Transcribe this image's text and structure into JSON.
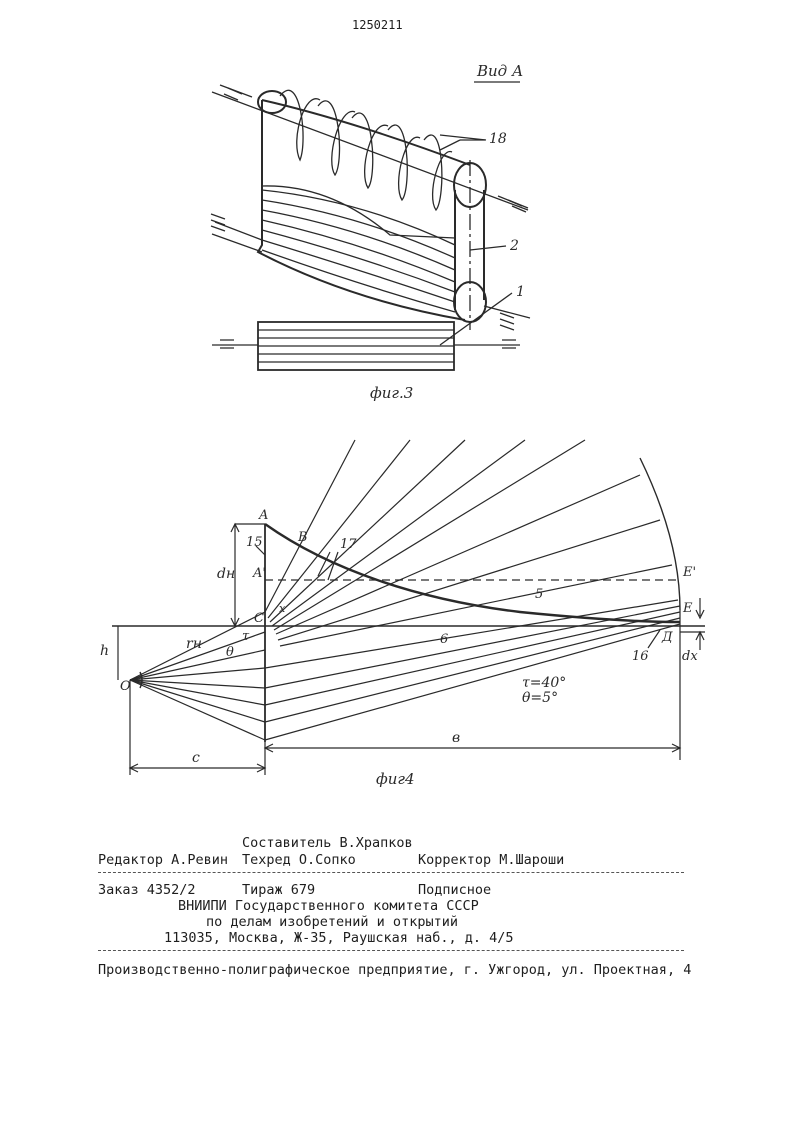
{
  "patent_number": "1250211",
  "fig3": {
    "view_label": "Вид А",
    "caption": "фиг.3",
    "callouts": [
      "18",
      "2",
      "1"
    ]
  },
  "fig4": {
    "caption": "фиг4",
    "point_labels": [
      "A",
      "B",
      "15",
      "17",
      "A'",
      "C",
      "x",
      "E'",
      "5",
      "E",
      "Д",
      "6",
      "16",
      "O"
    ],
    "dim_labels": {
      "d_n": "dн",
      "h": "h",
      "r_n": "rн",
      "tau": "τ",
      "theta": "θ",
      "dx": "dx",
      "c": "c",
      "b": "в"
    },
    "params": [
      "τ=40°",
      "θ=5°"
    ]
  },
  "colophon": {
    "compiler": "Составитель В.Храпков",
    "editor": "Редактор А.Ревин",
    "techred": "Техред О.Сопко",
    "corrector": "Корректор М.Шароши",
    "order": "Заказ 4352/2",
    "circulation": "Тираж 679",
    "subscription": "Подписное",
    "org1": "ВНИИПИ Государственного комитета СССР",
    "org2": "по делам изобретений и открытий",
    "address": "113035, Москва, Ж-35, Раушская наб., д. 4/5",
    "printer": "Производственно-полиграфическое предприятие, г. Ужгород, ул. Проектная, 4"
  }
}
